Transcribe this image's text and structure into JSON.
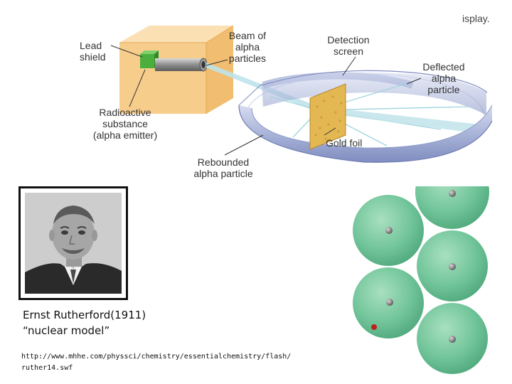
{
  "apparatus": {
    "corner_text": "isplay.",
    "labels": {
      "lead_shield": [
        "Lead",
        "shield"
      ],
      "beam": [
        "Beam of",
        "alpha",
        "particles"
      ],
      "detection_screen": [
        "Detection",
        "screen"
      ],
      "deflected": [
        "Deflected",
        "alpha",
        "particle"
      ],
      "radioactive": [
        "Radioactive",
        "substance",
        "(alpha emitter)"
      ],
      "gold_foil": "Gold foil",
      "rebounded": [
        "Rebounded",
        "alpha particle"
      ]
    },
    "colors": {
      "lead_box": "#f6c983",
      "emitter": "#4caf3d",
      "ring": "#a9b4d9",
      "gold_foil": "#e3b752",
      "beam": "#bfe3ea"
    }
  },
  "portrait": {
    "caption_line1": "Ernst Rutherford(1911)",
    "caption_line2": "“nuclear model”"
  },
  "url": "http://www.mhhe.com/physsci/chemistry/essentialchemistry/flash/ruther14.swf",
  "atoms": {
    "atom_color": "#72c59a",
    "nucleus_color": "#8a8a8a",
    "alpha_color": "#c0201a"
  }
}
